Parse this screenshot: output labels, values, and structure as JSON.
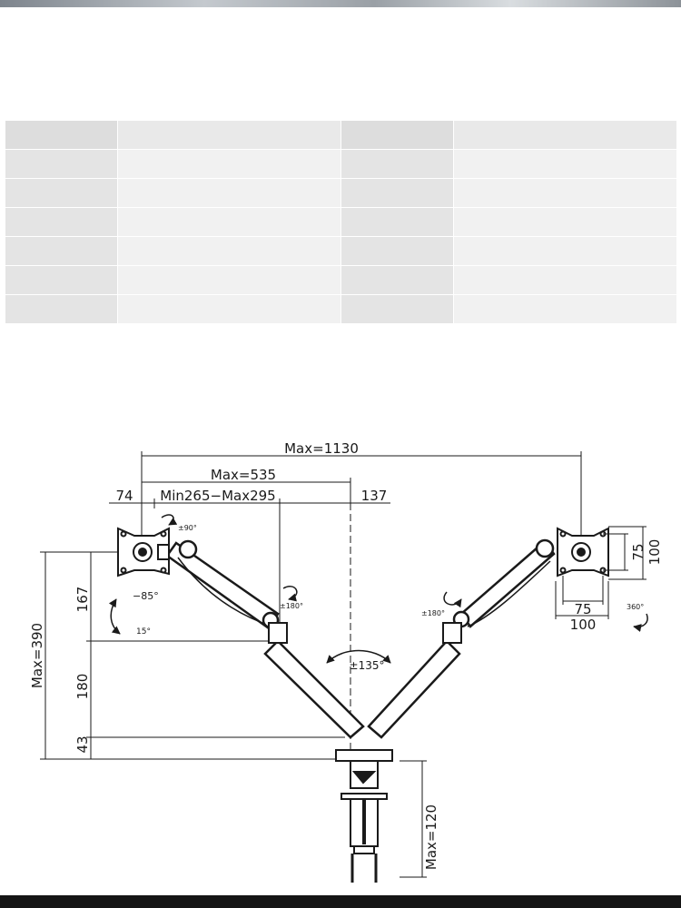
{
  "table": {
    "rows": [
      [
        "",
        "",
        "",
        ""
      ],
      [
        "",
        "",
        "",
        ""
      ],
      [
        "",
        "",
        "",
        ""
      ],
      [
        "",
        "",
        "",
        ""
      ],
      [
        "",
        "",
        "",
        ""
      ],
      [
        "",
        "",
        "",
        ""
      ],
      [
        "",
        "",
        "",
        ""
      ]
    ]
  },
  "diagram": {
    "dim_max_1130": "Max=1130",
    "dim_max_535": "Max=535",
    "dim_74": "74",
    "dim_min_max": "Min265−Max295",
    "dim_137": "137",
    "dim_max_390": "Max=390",
    "dim_167": "167",
    "dim_180": "180",
    "dim_43": "43",
    "dim_max_120": "Max=120",
    "angle_90": "±90°",
    "angle_neg85": "−85°",
    "angle_15": "15°",
    "angle_180_left": "±180°",
    "angle_180_right": "±180°",
    "angle_135": "±135°",
    "angle_360": "360°",
    "vesa_75_h": "75",
    "vesa_100_h": "100",
    "vesa_75_v": "75",
    "vesa_100_v": "100"
  }
}
